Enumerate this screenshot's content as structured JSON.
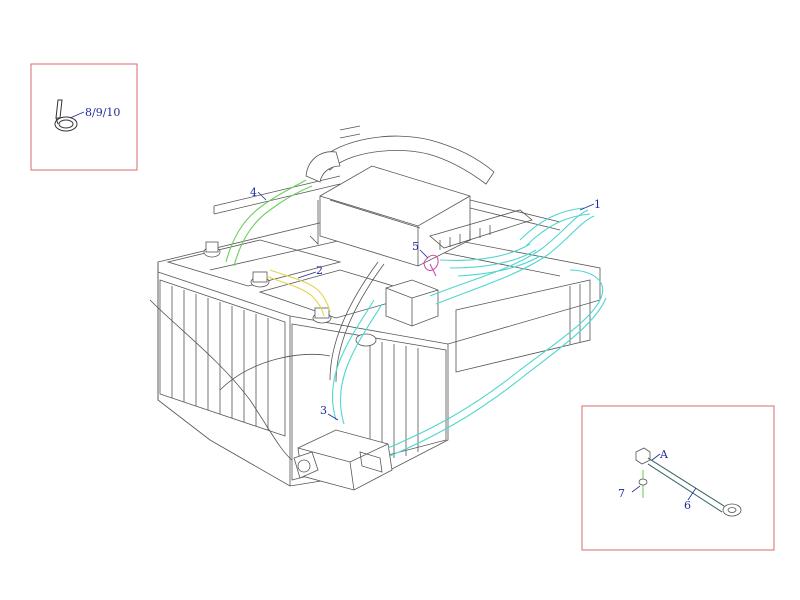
{
  "callouts": {
    "c1": "1",
    "c2": "2",
    "c3": "3",
    "c4": "4",
    "c5": "5",
    "c6": "6",
    "c7": "7",
    "c8": "8/9/10",
    "cA": "A"
  },
  "colors": {
    "frame": "#d86a6a",
    "callout_text": "#1f2a9e",
    "cable_cyan": "#4fd6d0",
    "cable_green": "#6ccf5a",
    "cable_yellow": "#e6d34a",
    "cable_magenta": "#d04fb0"
  }
}
